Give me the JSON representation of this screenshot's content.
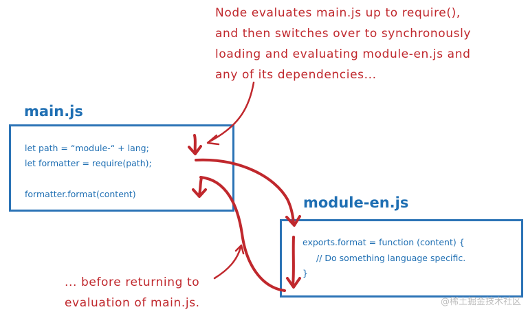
{
  "note_top": {
    "lines": [
      "Node evaluates main.js up to require(),",
      "and then switches over to synchronously",
      "loading and evaluating module-en.js and",
      "any of its dependencies..."
    ]
  },
  "note_bottom": {
    "lines": [
      "... before returning to",
      "evaluation of main.js."
    ]
  },
  "main_box": {
    "title": "main.js",
    "code": [
      "let path = “module-“ + lang;",
      "let formatter = require(path);",
      "formatter.format(content)"
    ]
  },
  "module_box": {
    "title": "module-en.js",
    "code": [
      "exports.format = function (content) {",
      "// Do something language specific.",
      "}"
    ]
  },
  "watermark": "@稀土掘金技术社区",
  "colors": {
    "annotation_red": "#c0282d",
    "box_blue": "#2b73b6",
    "text_blue": "#1f6fb3"
  }
}
